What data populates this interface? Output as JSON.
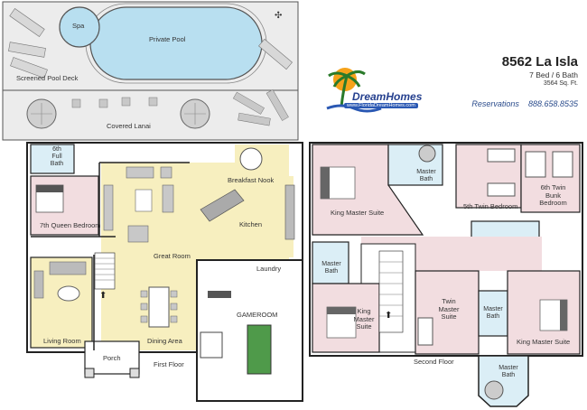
{
  "header": {
    "title": "8562 La Isla",
    "beds_baths": "7 Bed / 6 Bath",
    "sqft": "3564 Sq. Ft.",
    "reservations_label": "Reservations",
    "phone": "888.658.8535"
  },
  "logo": {
    "brand": "DreamHomes",
    "url_text": "www.FloridaDreamHomes.com",
    "icon": "palm-tree-sun-icon"
  },
  "first_floor": {
    "caption": "First Floor",
    "rooms": {
      "spa": "Spa",
      "pool": "Private Pool",
      "pool_deck": "Screened Pool Deck",
      "lanai": "Covered Lanai",
      "bath6": "6th Full Bath",
      "bed7": "7th Queen Bedroom",
      "breakfast": "Breakfast Nook",
      "kitchen": "Kitchen",
      "great": "Great Room",
      "laundry": "Laundry",
      "living": "Living Room",
      "dining": "Dining Area",
      "game": "GAMEROOM",
      "porch": "Porch"
    }
  },
  "second_floor": {
    "caption": "Second Floor",
    "rooms": {
      "kms_left": "King Master Suite",
      "mb_top": "Master Bath",
      "twin5": "5th Twin Bedroom",
      "twin6": "6th Twin Bunk Bedroom",
      "mb_left": "Master Bath",
      "king_left": "King Master Suite",
      "twin_master": "Twin Master Suite",
      "mb_mid": "Master Bath",
      "kms_right": "King Master Suite",
      "mb_bottom": "Master Bath"
    }
  },
  "colors": {
    "pool": "#b8dff0",
    "bedroom": "#f2dde0",
    "common": "#f7efbf",
    "bath": "#dbeef6",
    "neutral": "#ececec",
    "floor_white": "#ffffff",
    "wall": "#222222",
    "porch": "#ffffff",
    "carpet_green": "#4f9a4a"
  }
}
